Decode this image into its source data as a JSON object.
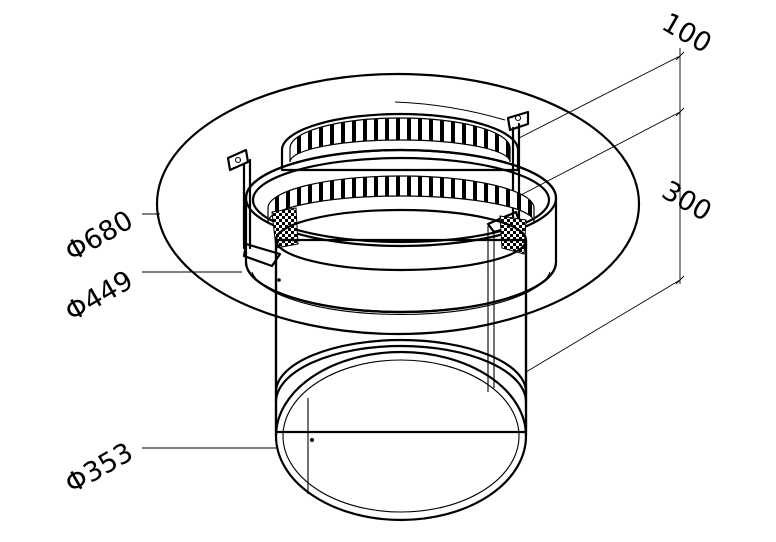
{
  "labels": {
    "d680": "Φ680",
    "d449": "Φ449",
    "d353": "Φ353",
    "h100": "100",
    "h300": "300"
  }
}
